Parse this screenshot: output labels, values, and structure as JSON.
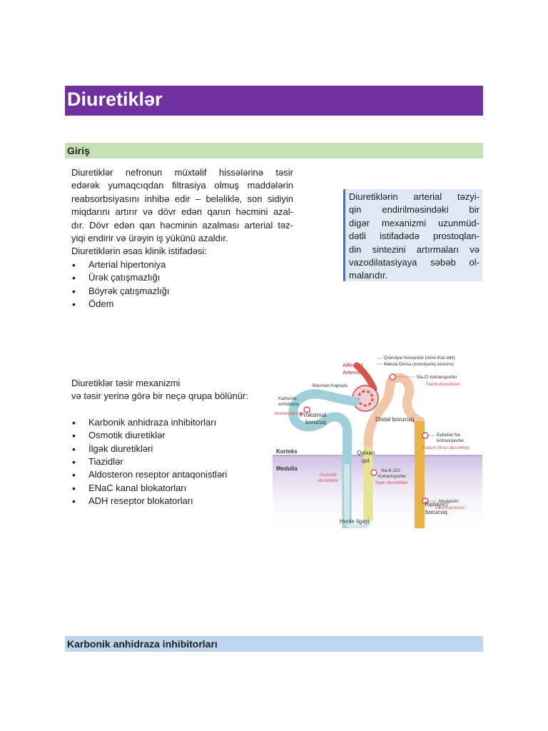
{
  "title": "Diuretiklər",
  "intro": {
    "heading": "Giriş",
    "lines": [
      "Diuretiklər nefronun müxtəlif hissələrinə təsir",
      "edərək yumaqcıqdan filtrasiya olmuş maddələrin",
      "reabsorbsiyasını inhibə edir – beləliklə, son sidiyin",
      "miqdarını artırır və dövr edən qanın həcmini azal-",
      "dır. Dövr edən qan həcminin azalması arterial təz-"
    ],
    "last_line": "yiqi endirir və ürəyin iş yükünü azaldır.",
    "uses_label": "Diuretiklərin əsas klinik istifadəsi:",
    "uses": [
      "Arterial hipertoniya",
      "Ürək çatışmazlığı",
      "Böyrək çatışmazlığı",
      "Ödem"
    ]
  },
  "callout": {
    "lines": [
      "Diuretiklərin arterial təzyi-",
      "qin endirilməsindəki bir",
      "digər mexanizmi uzunmüd-",
      "dətli istifadədə prostoqlan-",
      "din sintezini artırmaları və",
      "vazodilatasiyaya səbəb ol-"
    ],
    "last_line": "malarıdır."
  },
  "mechanism": {
    "line1": "Diuretiklər təsir mexanizmi",
    "line2": "və təsir yerinə görə bir neçə qrupa bölünür:",
    "groups": [
      "Karbonik anhidraza inhibitorları",
      "Osmotik diuretiklər",
      "İlgək diuretikləri",
      "Tiazidlər",
      "Aldosteron reseptor antaqonistləri",
      "ENaC kanal blokatorları",
      "ADH reseptor blokatorları"
    ]
  },
  "diagram": {
    "labels": {
      "qranulyar": "Qranulyar hüceyrələr (renin ifraz edir)",
      "makula": "Makula Densa (osmolyarlıq sensoru)",
      "afferent1": "Afferent",
      "afferent2": "Arteriola",
      "bouman": "Bouman Kapsulu",
      "nacl": "Na-Cl kotransporter",
      "tiazid": "Tiazid diuretikləri",
      "karbonik1": "Karbonik",
      "karbonik2": "anhidraza",
      "asetazolamid": "Asetazolamid",
      "proksimal1": "Proksimal",
      "proksimal2": "borucuq",
      "distal": "Distal borucuq",
      "epitelial1": "Epitelial Na",
      "epitelial2": "kotransporter",
      "kalium": "Kalium itiran diuretiklər",
      "korteks": "Korteks",
      "medulla": "Medulla",
      "qalxan1": "Qalxan",
      "qalxan2": "qol",
      "nak1": "Na-K-2Cl",
      "nak2": "Kotransporter",
      "ilgak": "İlgək diuretikləri",
      "osmotik1": "Osmotik",
      "osmotik2": "diuretiklər",
      "akvaporin": "Akvaporin",
      "desmopressin": "Desmopressin",
      "henle": "Henle ilgəyi",
      "toplayici1": "Toplayıcı",
      "toplayici2": "borucuq"
    },
    "colors": {
      "tubule": "#a8d4dc",
      "distal": "#f2c6a8",
      "loop": "#e9e79a",
      "collecting": "#e8b44a",
      "medulla": "#c9b8e0",
      "afferent": "#d9534f",
      "drug": "#d9534f"
    }
  },
  "carbonic": {
    "heading": "Karbonik anhidraza inhibitorları"
  }
}
